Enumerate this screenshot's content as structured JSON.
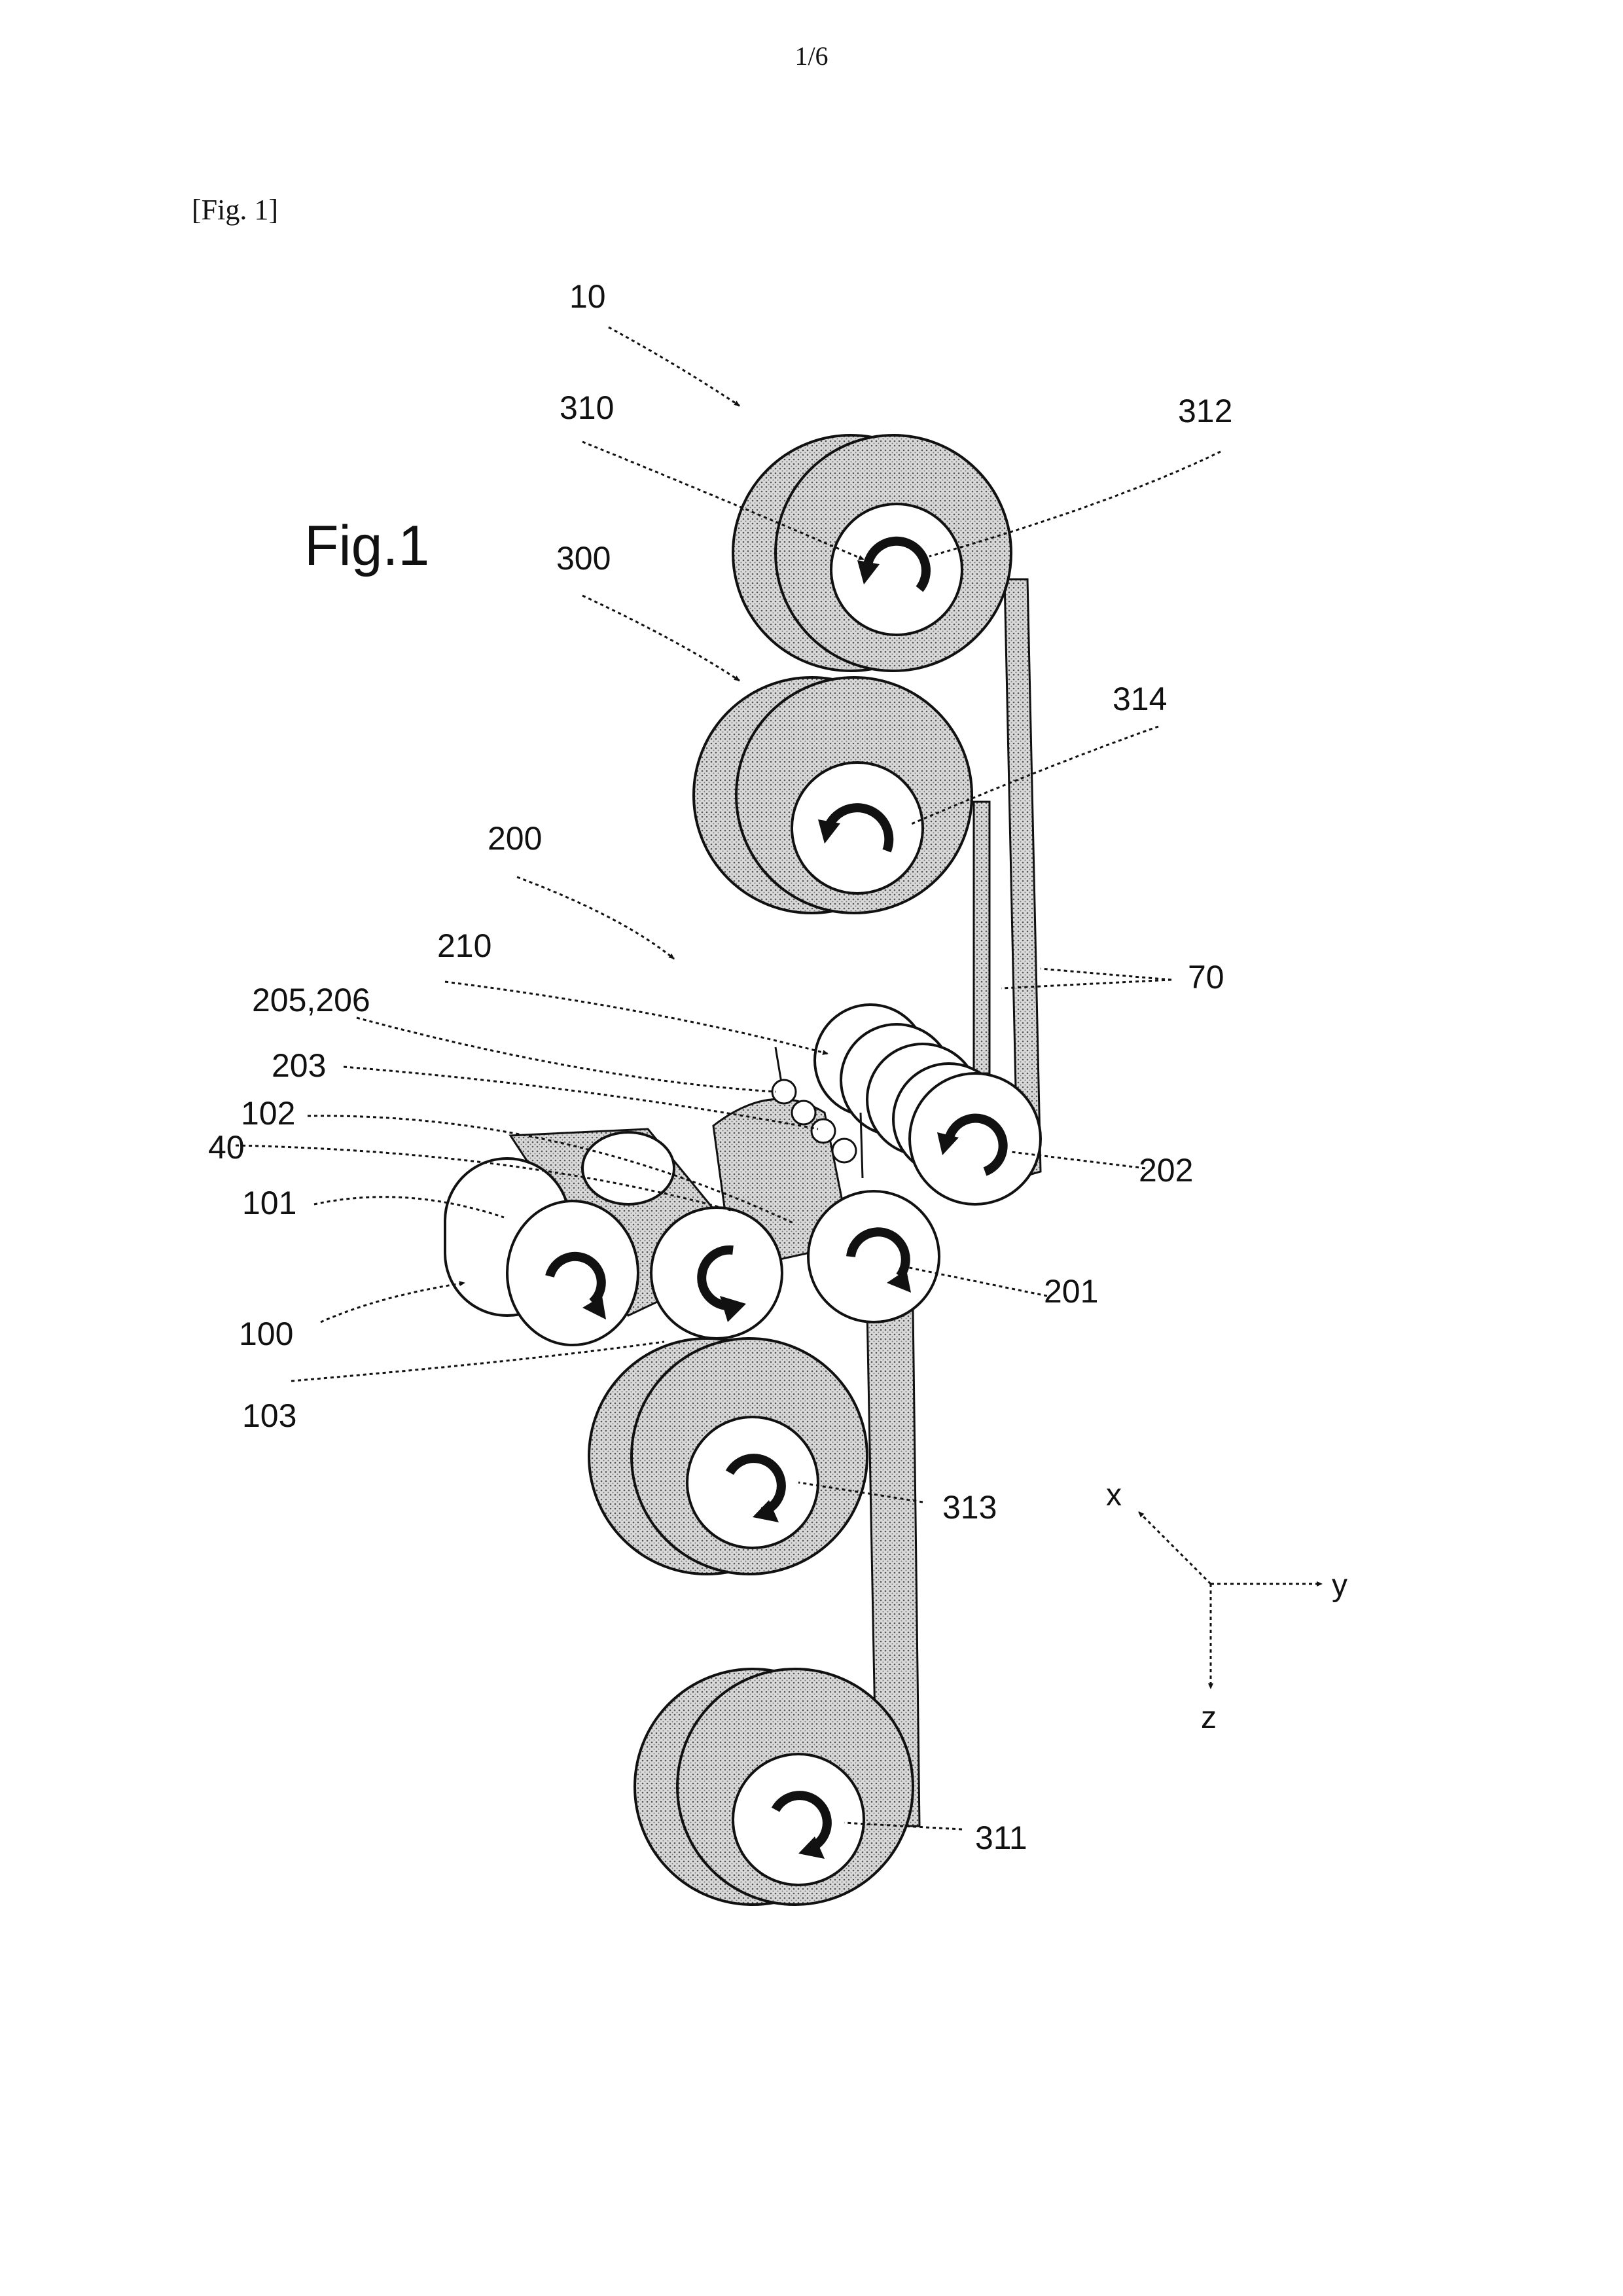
{
  "page": {
    "number": "1/6",
    "figure_tag": "[Fig. 1]"
  },
  "figure": {
    "title": "Fig.1",
    "labels": {
      "l10": "10",
      "l310": "310",
      "l312": "312",
      "l300": "300",
      "l314": "314",
      "l200": "200",
      "l210": "210",
      "l70": "70",
      "l205_206": "205,206",
      "l203": "203",
      "l102": "102",
      "l40": "40",
      "l101": "101",
      "l202": "202",
      "l100": "100",
      "l201": "201",
      "l103": "103",
      "l313": "313",
      "l311": "311"
    },
    "axes": {
      "x": "x",
      "y": "y",
      "z": "z"
    }
  }
}
